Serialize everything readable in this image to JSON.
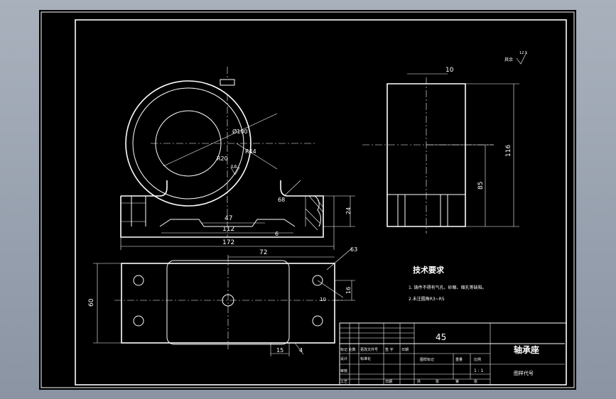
{
  "drawing": {
    "dimensions": {
      "d100": "Ø100",
      "r44": "R44",
      "r20": "R20",
      "rough_center": "0.8",
      "d47": "47",
      "d112": "112",
      "d6": "6",
      "d172": "172",
      "d68": "68",
      "d24": "24",
      "d10_top": "10",
      "d85": "85",
      "d116": "116",
      "d72": "72",
      "d63": "63",
      "d60": "60",
      "d16": "16",
      "d15": "15",
      "d4": "4",
      "hole": "10"
    },
    "surface_note": "其余",
    "surface_value": "12.5",
    "tech_title": "技术要求",
    "tech_items": [
      "1. 铸件不得有气孔、砂眼、缩孔等缺陷。",
      "2.未注圆角R3~R5"
    ]
  },
  "title_block": {
    "material": "45",
    "part_name": "轴承座",
    "drawing_number_label": "图样代号",
    "scale": "1 : 1",
    "labels": {
      "marks": "标记 处数",
      "file_no": "更改文件号",
      "sign": "签 字",
      "date": "日期",
      "design": "设计",
      "standardize": "标准化",
      "review": "审核",
      "process": "工艺",
      "approve": "日期",
      "stage_mark": "图样标记",
      "weight": "重量",
      "ratio": "比例",
      "total": "共",
      "sheet": "张",
      "page": "第",
      "page_sheet": "张"
    }
  }
}
